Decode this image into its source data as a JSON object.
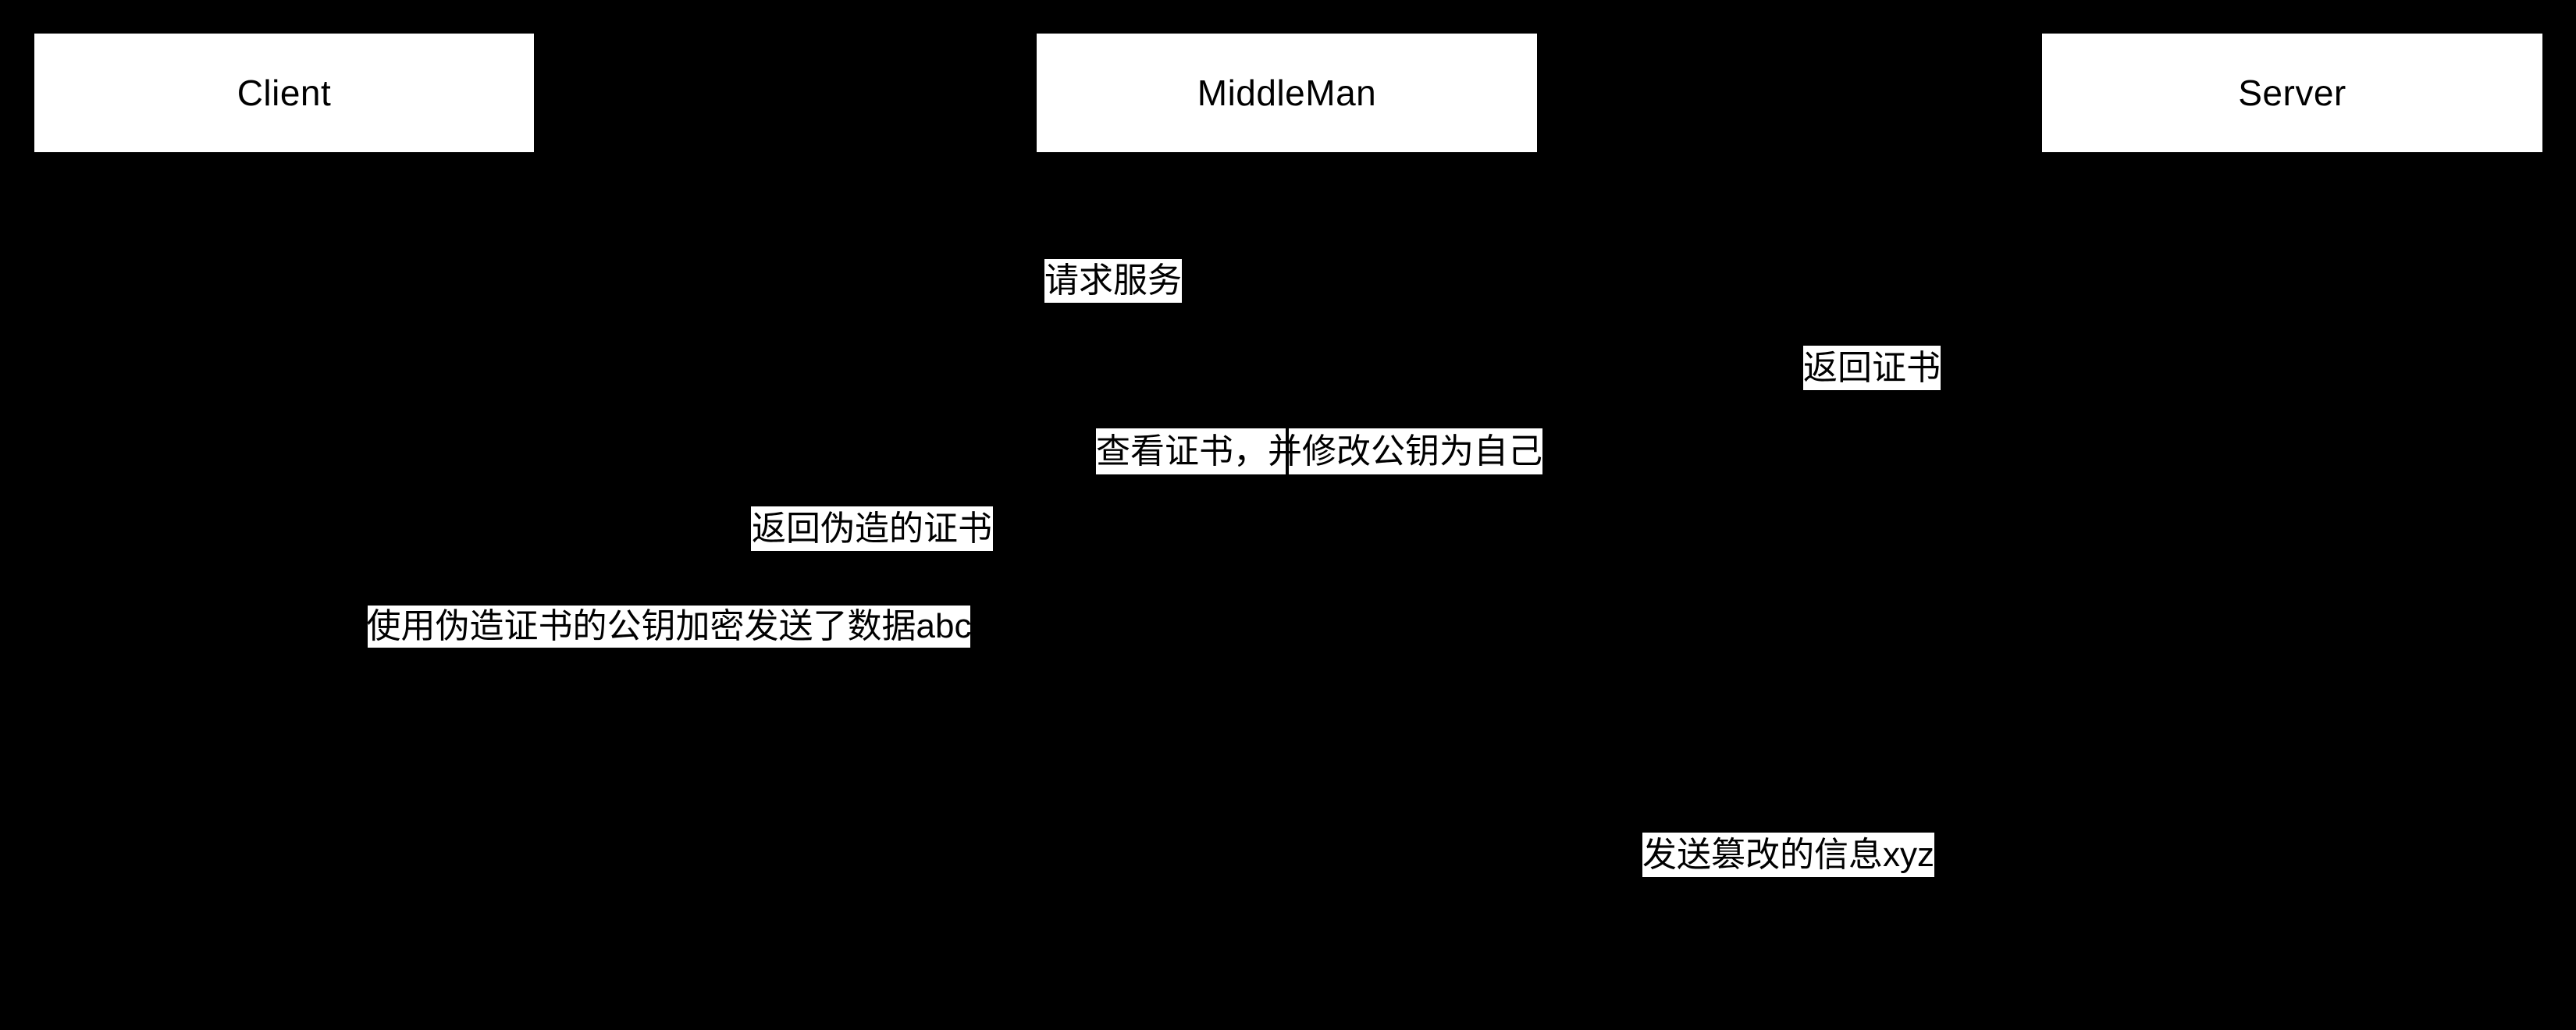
{
  "diagram": {
    "type": "sequence-diagram",
    "background_color": "#000000",
    "box_fill_color": "#ffffff",
    "text_color": "#000000",
    "actors": [
      {
        "id": "client",
        "label": "Client"
      },
      {
        "id": "middleman",
        "label": "MiddleMan"
      },
      {
        "id": "server",
        "label": "Server"
      }
    ],
    "messages": [
      {
        "from": "client",
        "to": "middleman",
        "label": "请求服务"
      },
      {
        "from": "server",
        "to": "middleman",
        "label": "返回证书"
      },
      {
        "from": "middleman",
        "to": "middleman",
        "label": "查看证书，并修改公钥为自己"
      },
      {
        "from": "middleman",
        "to": "client",
        "label": "返回伪造的证书"
      },
      {
        "from": "client",
        "to": "middleman",
        "label": "使用伪造证书的公钥加密发送了数据abc"
      },
      {
        "from": "middleman",
        "to": "server",
        "label": "发送篡改的信息xyz"
      }
    ]
  }
}
